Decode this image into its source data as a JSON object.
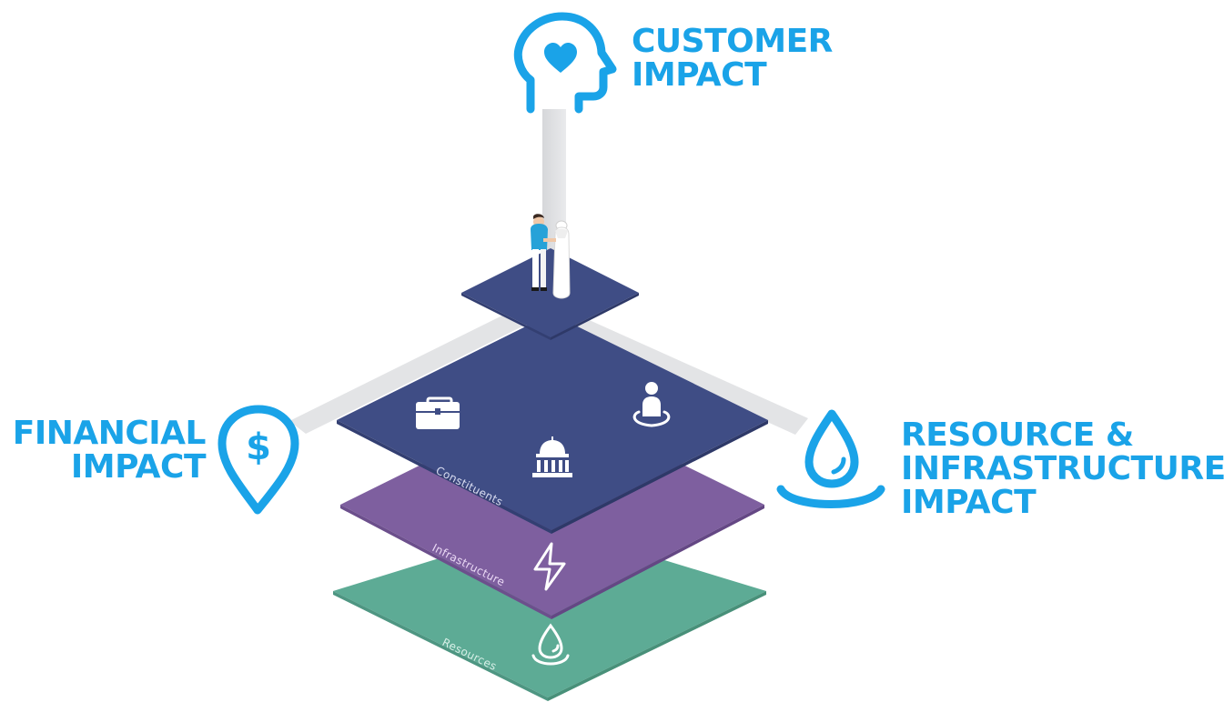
{
  "impacts": {
    "customer": {
      "line1": "CUSTOMER",
      "line2": "IMPACT",
      "icon": "head-heart-icon"
    },
    "financial": {
      "line1": "FINANCIAL",
      "line2": "IMPACT",
      "icon": "dollar-pin-icon"
    },
    "resource": {
      "line1": "RESOURCE &",
      "line2": "INFRASTRUCTURE",
      "line3": "IMPACT",
      "icon": "water-drop-icon"
    }
  },
  "layers": {
    "constituents": {
      "label": "Constituents"
    },
    "infrastructure": {
      "label": "Infrastructure"
    },
    "resources": {
      "label": "Resources"
    }
  },
  "colors": {
    "accent": "#1aa3e8",
    "constituents": "#3f4d85",
    "infrastructure": "#7e5f9f",
    "resources": "#5dab95",
    "axis": "#e3e4e6",
    "layer_label": "#d9dcf0"
  }
}
